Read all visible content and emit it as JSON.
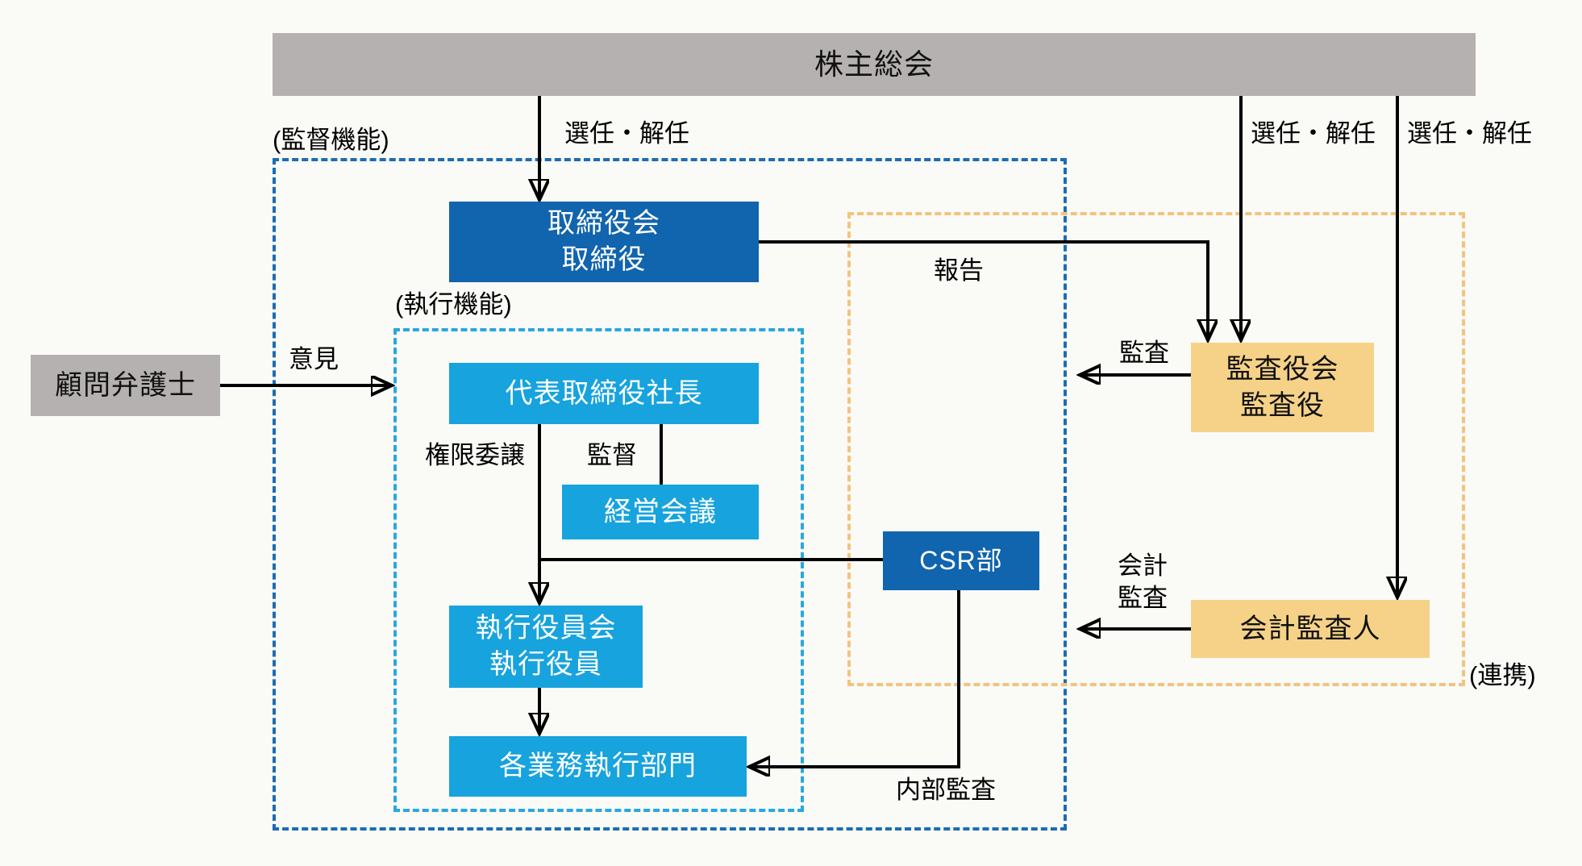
{
  "nodes": {
    "shareholders": {
      "label": "株主総会"
    },
    "board": {
      "line1": "取締役会",
      "line2": "取締役"
    },
    "president": {
      "label": "代表取締役社長"
    },
    "management_council": {
      "label": "経営会議"
    },
    "csr": {
      "label": "CSR部"
    },
    "executive_officers": {
      "line1": "執行役員会",
      "line2": "執行役員"
    },
    "business_divisions": {
      "label": "各業務執行部門"
    },
    "legal_advisor": {
      "label": "顧問弁護士"
    },
    "audit_board": {
      "line1": "監査役会",
      "line2": "監査役"
    },
    "accounting_auditor": {
      "label": "会計監査人"
    }
  },
  "groups": {
    "supervision": "(監督機能)",
    "execution": "(執行機能)",
    "cooperation": "(連携)"
  },
  "labels": {
    "appointment_board": "選任・解任",
    "appointment_audit_board": "選任・解任",
    "appointment_accounting_auditor": "選任・解任",
    "report": "報告",
    "opinion": "意見",
    "delegation": "権限委譲",
    "supervise": "監督",
    "audit": "監査",
    "accounting_audit_line1": "会計",
    "accounting_audit_line2": "監査",
    "internal_audit": "内部監査"
  },
  "colors": {
    "background": "#fafaf7",
    "gray_box": "#b5b1b0",
    "dark_blue_box": "#1164ae",
    "light_blue_box": "#17a3dd",
    "yellow_box": "#f5d287",
    "supervision_border": "#1c6cb5",
    "execution_border": "#29a7e1",
    "cooperation_border": "#f1c47d",
    "line": "#000000"
  }
}
